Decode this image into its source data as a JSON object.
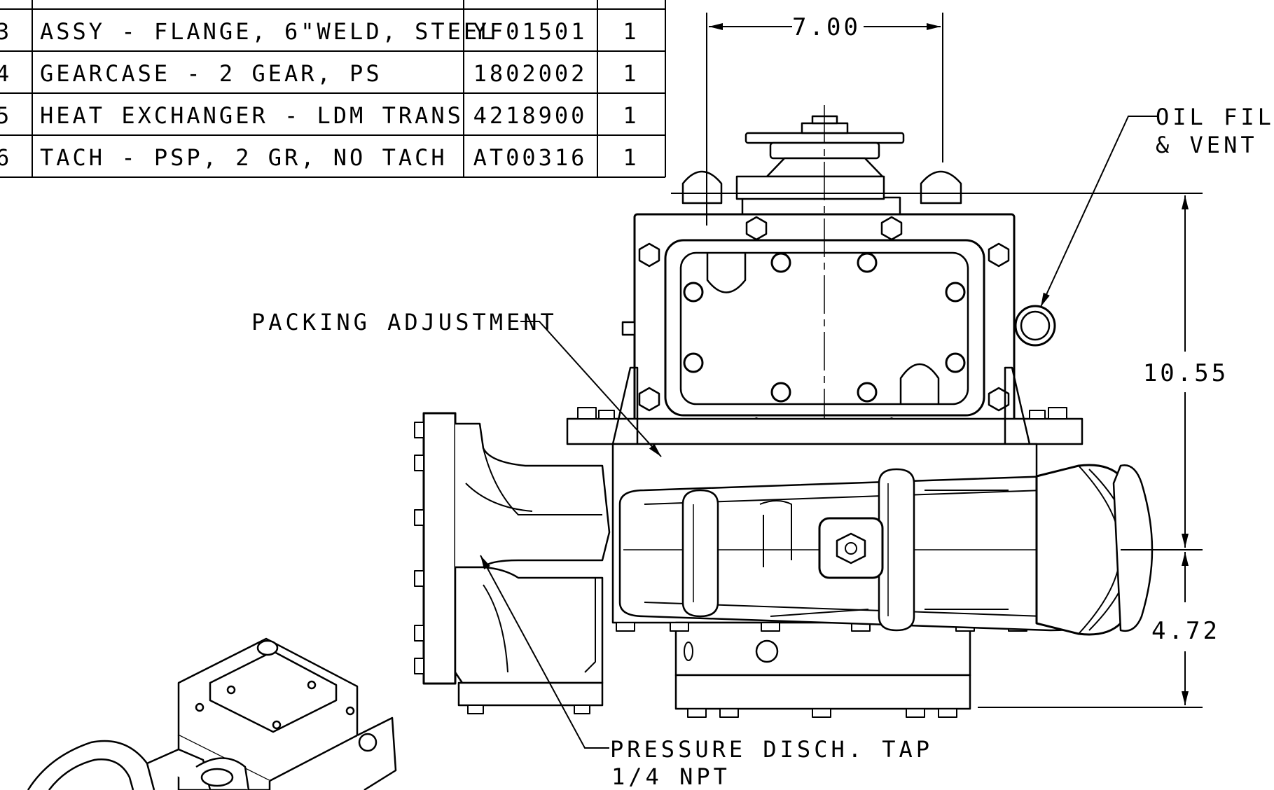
{
  "bom": {
    "rows": [
      {
        "item": "3",
        "description": "ASSY - FLANGE, 6\"WELD, STEEL",
        "part": "YF01501",
        "qty": "1"
      },
      {
        "item": "4",
        "description": "GEARCASE - 2 GEAR, PS",
        "part": "1802002",
        "qty": "1"
      },
      {
        "item": "5",
        "description": "HEAT EXCHANGER - LDM TRANS",
        "part": "4218900",
        "qty": "1"
      },
      {
        "item": "6",
        "description": "TACH - PSP, 2 GR, NO TACH",
        "part": "AT00316",
        "qty": "1"
      }
    ]
  },
  "callouts": {
    "oil_fill_line1": "OIL FILL",
    "oil_fill_line2": "& VENT",
    "packing": "PACKING ADJUSTMENT",
    "pressure_line1": "PRESSURE DISCH. TAP",
    "pressure_line2": "1/4 NPT"
  },
  "dimensions": {
    "width": "7.00",
    "height_total": "10.55",
    "height_lower": "4.72"
  }
}
